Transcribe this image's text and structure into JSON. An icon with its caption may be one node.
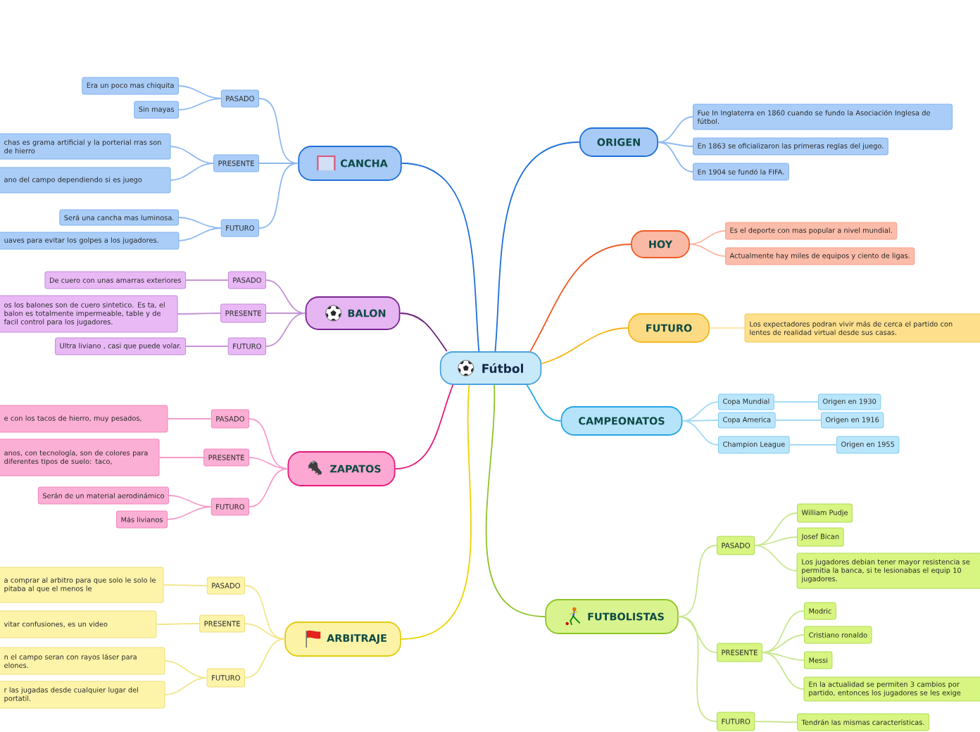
{
  "diagram": {
    "nodes": [
      {
        "text": [
          "Fútbol"
        ]
      },
      {
        "text": [
          "ORIGEN"
        ]
      },
      {
        "text": [
          "Fue In Inglaterra en 1860 cuando se fundo la Asociación Inglesa de fútbol."
        ]
      },
      {
        "text": [
          "En 1863 se oficializaron las primeras reglas del juego."
        ]
      },
      {
        "text": [
          "En 1904 se fundó la FIFA."
        ]
      },
      {
        "text": [
          "HOY"
        ]
      },
      {
        "text": [
          "Es el deporte con mas popular a nivel mundial."
        ]
      },
      {
        "text": [
          "Actualmente hay miles de equipos y ciento de ligas."
        ]
      },
      {
        "text": [
          "FUTURO"
        ]
      },
      {
        "text": [
          "Los expectadores podran vivir más de cerca el partido con lentes de realidad virtual desde sus casas."
        ]
      },
      {
        "text": [
          "CAMPEONATOS"
        ]
      },
      {
        "text": [
          "Copa Mundial"
        ]
      },
      {
        "text": [
          "Origen en 1930"
        ]
      },
      {
        "text": [
          "Copa America"
        ]
      },
      {
        "text": [
          "Origen en 1916"
        ]
      },
      {
        "text": [
          "Champion League"
        ]
      },
      {
        "text": [
          "Origen en 1955"
        ]
      },
      {
        "text": [
          "FUTBOLISTAS"
        ]
      },
      {
        "text": [
          "PASADO"
        ]
      },
      {
        "text": [
          "William Pudje"
        ]
      },
      {
        "text": [
          "Josef Bican"
        ]
      },
      {
        "text": [
          "Los jugadores debian tener mayor resistencia se permitia la banca, si te lesionabas el equip 10 jugadores."
        ]
      },
      {
        "text": [
          "PRESENTE"
        ]
      },
      {
        "text": [
          "Modric"
        ]
      },
      {
        "text": [
          "Cristiano ronaldo"
        ]
      },
      {
        "text": [
          "Messi"
        ]
      },
      {
        "text": [
          "En la actualidad se permiten 3 cambios por partido, entonces los jugadores se les exige"
        ]
      },
      {
        "text": [
          "FUTURO"
        ]
      },
      {
        "text": [
          "Tendrán las mismas características."
        ]
      },
      {
        "text": [
          "CANCHA"
        ]
      },
      {
        "text": [
          "PASADO"
        ]
      },
      {
        "text": [
          "Era un poco mas chiquita"
        ]
      },
      {
        "text": [
          "Sin mayas"
        ]
      },
      {
        "text": [
          "PRESENTE"
        ]
      },
      {
        "text": [
          "chas es grama artificial y la porterial rras son de hierro"
        ]
      },
      {
        "text": [
          "ano del campo dependiendo si es juego"
        ]
      },
      {
        "text": [
          "FUTURO"
        ]
      },
      {
        "text": [
          "Será una cancha mas luminosa."
        ]
      },
      {
        "text": [
          "uaves para evitar los golpes a los jugadores."
        ]
      },
      {
        "text": [
          "BALON"
        ]
      },
      {
        "text": [
          "PASADO"
        ]
      },
      {
        "text": [
          "De cuero con unas amarras exteriores"
        ]
      },
      {
        "text": [
          "PRESENTE"
        ]
      },
      {
        "text": [
          "os los balones son de cuero sintetico. Es ta, el balon es totalmente impermeable, table y de facil control para los jugadores."
        ]
      },
      {
        "text": [
          "FUTURO"
        ]
      },
      {
        "text": [
          "Ultra liviano , casi que puede volar."
        ]
      },
      {
        "text": [
          "ZAPATOS"
        ]
      },
      {
        "text": [
          "PASADO"
        ]
      },
      {
        "text": [
          "e con los tacos de hierro, muy pesados,"
        ]
      },
      {
        "text": [
          "PRESENTE"
        ]
      },
      {
        "text": [
          "anos, con tecnología, son de colores para diferentes tipos de suelo: taco,"
        ]
      },
      {
        "text": [
          "FUTURO"
        ]
      },
      {
        "text": [
          "Serán de un material aerodinámico"
        ]
      },
      {
        "text": [
          "Más livianos"
        ]
      },
      {
        "text": [
          "ARBITRAJE"
        ]
      },
      {
        "text": [
          "PASADO"
        ]
      },
      {
        "text": [
          "a comprar al arbitro para que solo le solo le pitaba al que el menos le"
        ]
      },
      {
        "text": [
          "PRESENTE"
        ]
      },
      {
        "text": [
          "vitar confusiones, es un video"
        ]
      },
      {
        "text": [
          "FUTURO"
        ]
      },
      {
        "text": [
          "n el campo seran con rayos láser para elones."
        ]
      },
      {
        "text": [
          "r las jugadas desde cualquier lugar del portatil."
        ]
      }
    ],
    "edges": [
      {
        "from": 0,
        "to": 1,
        "arrow": "none",
        "color": "#1e6fd9"
      },
      {
        "from": 1,
        "to": 2,
        "arrow": "none",
        "color": "#8db9f0"
      },
      {
        "from": 1,
        "to": 3,
        "arrow": "none",
        "color": "#8db9f0"
      },
      {
        "from": 1,
        "to": 4,
        "arrow": "none",
        "color": "#8db9f0"
      },
      {
        "from": 0,
        "to": 5,
        "arrow": "none",
        "color": "#f15a24"
      },
      {
        "from": 5,
        "to": 6,
        "arrow": "none",
        "color": "#f8b7a3"
      },
      {
        "from": 5,
        "to": 7,
        "arrow": "none",
        "color": "#f8b7a3"
      },
      {
        "from": 0,
        "to": 8,
        "arrow": "none",
        "color": "#f9b315"
      },
      {
        "from": 8,
        "to": 9,
        "arrow": "none",
        "color": "#fde5a8"
      },
      {
        "from": 0,
        "to": 10,
        "arrow": "none",
        "color": "#1fa6e6"
      },
      {
        "from": 10,
        "to": 11,
        "arrow": "none",
        "color": "#a3daf4"
      },
      {
        "from": 11,
        "to": 12,
        "arrow": "none",
        "color": "#a3daf4"
      },
      {
        "from": 10,
        "to": 13,
        "arrow": "none",
        "color": "#a3daf4"
      },
      {
        "from": 13,
        "to": 14,
        "arrow": "none",
        "color": "#a3daf4"
      },
      {
        "from": 10,
        "to": 15,
        "arrow": "none",
        "color": "#a3daf4"
      },
      {
        "from": 15,
        "to": 16,
        "arrow": "none",
        "color": "#a3daf4"
      },
      {
        "from": 0,
        "to": 17,
        "arrow": "none",
        "color": "#8cc425"
      },
      {
        "from": 17,
        "to": 18,
        "arrow": "none",
        "color": "#c9e68f"
      },
      {
        "from": 18,
        "to": 19,
        "arrow": "none",
        "color": "#c9e68f"
      },
      {
        "from": 18,
        "to": 20,
        "arrow": "none",
        "color": "#c9e68f"
      },
      {
        "from": 18,
        "to": 21,
        "arrow": "none",
        "color": "#c9e68f"
      },
      {
        "from": 17,
        "to": 22,
        "arrow": "none",
        "color": "#c9e68f"
      },
      {
        "from": 22,
        "to": 23,
        "arrow": "none",
        "color": "#c9e68f"
      },
      {
        "from": 22,
        "to": 24,
        "arrow": "none",
        "color": "#c9e68f"
      },
      {
        "from": 22,
        "to": 25,
        "arrow": "none",
        "color": "#c9e68f"
      },
      {
        "from": 22,
        "to": 26,
        "arrow": "none",
        "color": "#c9e68f"
      },
      {
        "from": 17,
        "to": 27,
        "arrow": "none",
        "color": "#c9e68f"
      },
      {
        "from": 27,
        "to": 28,
        "arrow": "none",
        "color": "#c9e68f"
      },
      {
        "from": 0,
        "to": 29,
        "arrow": "none",
        "color": "#1e6fd9"
      },
      {
        "from": 29,
        "to": 30,
        "arrow": "none",
        "color": "#8db9f0"
      },
      {
        "from": 30,
        "to": 31,
        "arrow": "none",
        "color": "#8db9f0"
      },
      {
        "from": 30,
        "to": 32,
        "arrow": "none",
        "color": "#8db9f0"
      },
      {
        "from": 29,
        "to": 33,
        "arrow": "none",
        "color": "#8db9f0"
      },
      {
        "from": 33,
        "to": 34,
        "arrow": "none",
        "color": "#8db9f0"
      },
      {
        "from": 33,
        "to": 35,
        "arrow": "none",
        "color": "#8db9f0"
      },
      {
        "from": 29,
        "to": 36,
        "arrow": "none",
        "color": "#8db9f0"
      },
      {
        "from": 36,
        "to": 37,
        "arrow": "none",
        "color": "#8db9f0"
      },
      {
        "from": 36,
        "to": 38,
        "arrow": "none",
        "color": "#8db9f0"
      },
      {
        "from": 0,
        "to": 39,
        "arrow": "none",
        "color": "#6b1f7c"
      },
      {
        "from": 39,
        "to": 40,
        "arrow": "none",
        "color": "#c493d4"
      },
      {
        "from": 40,
        "to": 41,
        "arrow": "none",
        "color": "#c493d4"
      },
      {
        "from": 39,
        "to": 42,
        "arrow": "none",
        "color": "#c493d4"
      },
      {
        "from": 42,
        "to": 43,
        "arrow": "none",
        "color": "#c493d4"
      },
      {
        "from": 39,
        "to": 44,
        "arrow": "none",
        "color": "#c493d4"
      },
      {
        "from": 44,
        "to": 45,
        "arrow": "none",
        "color": "#c493d4"
      },
      {
        "from": 0,
        "to": 46,
        "arrow": "none",
        "color": "#e6197a"
      },
      {
        "from": 46,
        "to": 47,
        "arrow": "none",
        "color": "#f79cc9"
      },
      {
        "from": 47,
        "to": 48,
        "arrow": "none",
        "color": "#f79cc9"
      },
      {
        "from": 46,
        "to": 49,
        "arrow": "none",
        "color": "#f79cc9"
      },
      {
        "from": 49,
        "to": 50,
        "arrow": "none",
        "color": "#f79cc9"
      },
      {
        "from": 46,
        "to": 51,
        "arrow": "none",
        "color": "#f79cc9"
      },
      {
        "from": 51,
        "to": 52,
        "arrow": "none",
        "color": "#f79cc9"
      },
      {
        "from": 51,
        "to": 53,
        "arrow": "none",
        "color": "#f79cc9"
      },
      {
        "from": 0,
        "to": 54,
        "arrow": "none",
        "color": "#ecd300"
      },
      {
        "from": 54,
        "to": 55,
        "arrow": "none",
        "color": "#f3e68b"
      },
      {
        "from": 55,
        "to": 56,
        "arrow": "none",
        "color": "#f3e68b"
      },
      {
        "from": 54,
        "to": 57,
        "arrow": "none",
        "color": "#f3e68b"
      },
      {
        "from": 57,
        "to": 58,
        "arrow": "none",
        "color": "#f3e68b"
      },
      {
        "from": 54,
        "to": 59,
        "arrow": "none",
        "color": "#f3e68b"
      },
      {
        "from": 59,
        "to": 60,
        "arrow": "none",
        "color": "#f3e68b"
      },
      {
        "from": 59,
        "to": 61,
        "arrow": "none",
        "color": "#f3e68b"
      }
    ]
  }
}
